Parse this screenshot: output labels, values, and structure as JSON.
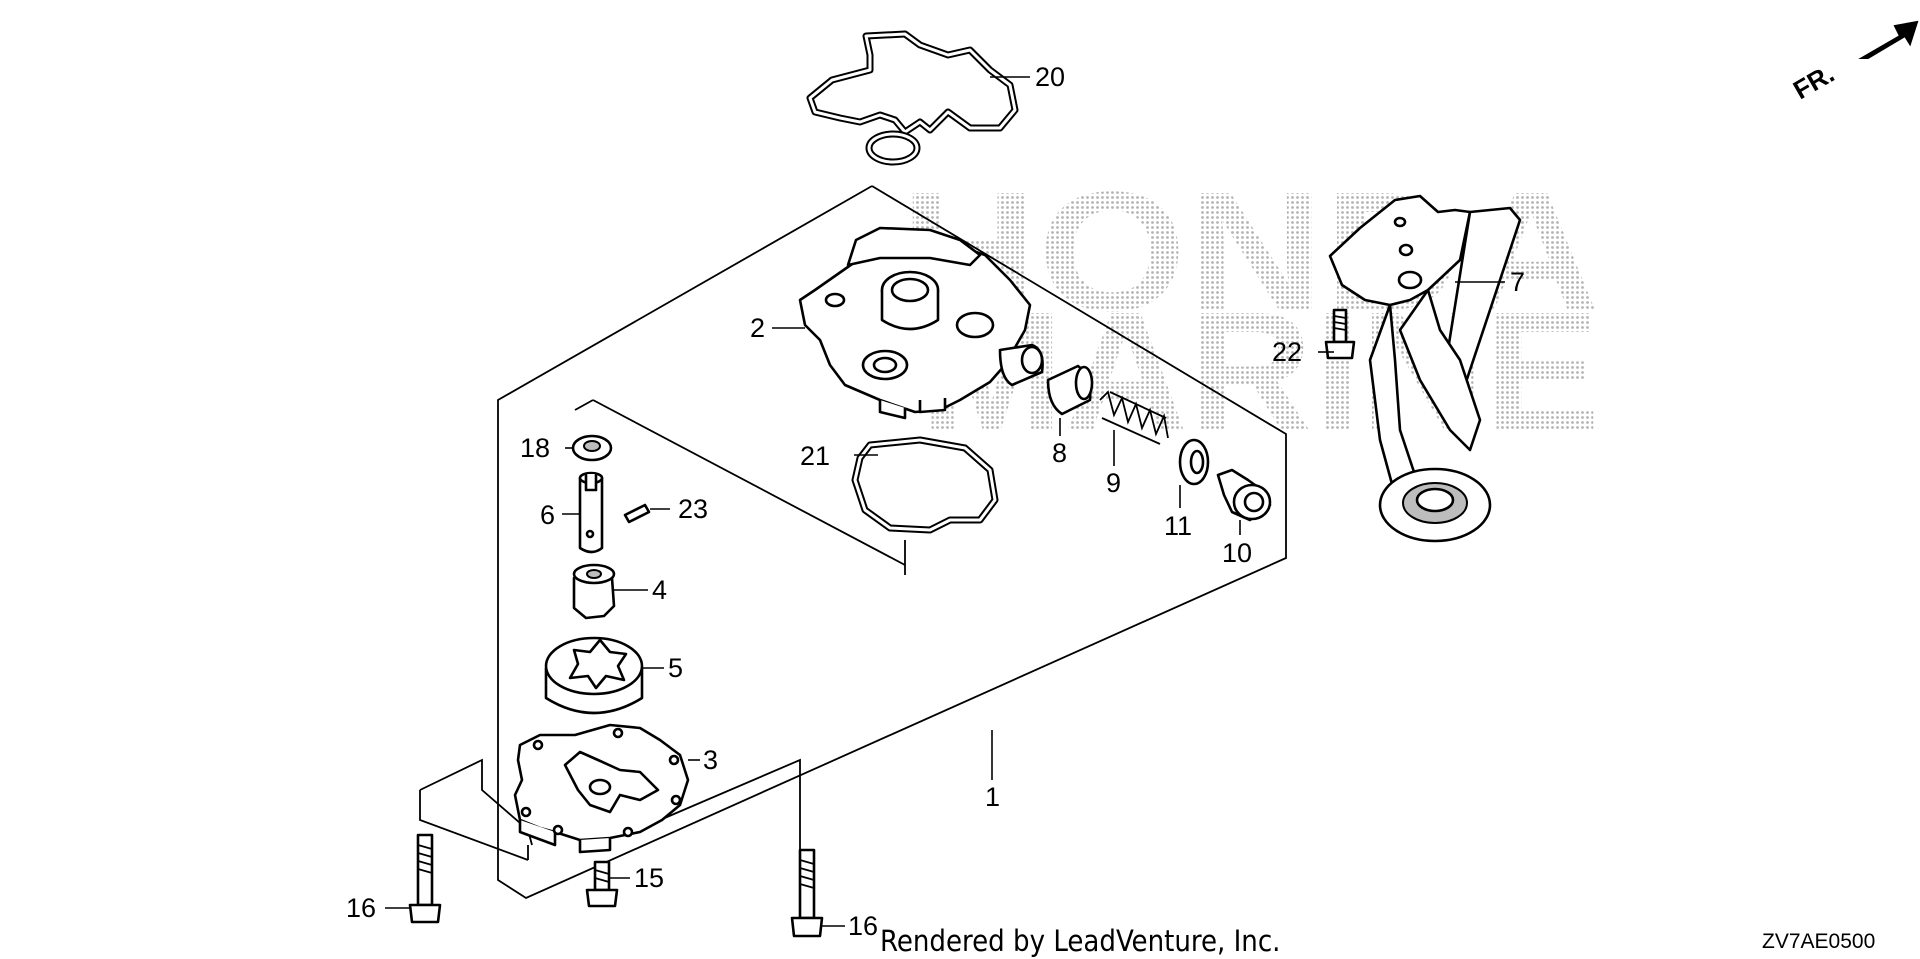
{
  "diagram": {
    "direction_label": "FR.",
    "watermark_lines": [
      "HONDA",
      "MARINE"
    ],
    "credit": "Rendered by LeadVenture, Inc.",
    "figure_code": "ZV7AE0500",
    "callouts": {
      "c1": "1",
      "c2": "2",
      "c3": "3",
      "c4": "4",
      "c5": "5",
      "c6": "6",
      "c7": "7",
      "c8": "8",
      "c9": "9",
      "c10": "10",
      "c11": "11",
      "c15": "15",
      "c16a": "16",
      "c16b": "16",
      "c18": "18",
      "c20": "20",
      "c21": "21",
      "c22": "22",
      "c23": "23"
    }
  }
}
